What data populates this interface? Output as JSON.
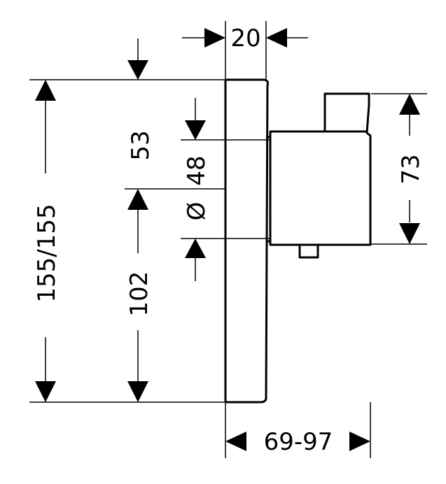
{
  "dimensions": {
    "depth_cover": "20",
    "height_total": "155/155",
    "upper_offset": "53",
    "pipe_diameter_symbol": "Ø",
    "pipe_diameter": "48",
    "lower_offset": "102",
    "body_height": "73",
    "projection_range": "69-97"
  },
  "colors": {
    "line": "#000000",
    "background": "#ffffff"
  }
}
